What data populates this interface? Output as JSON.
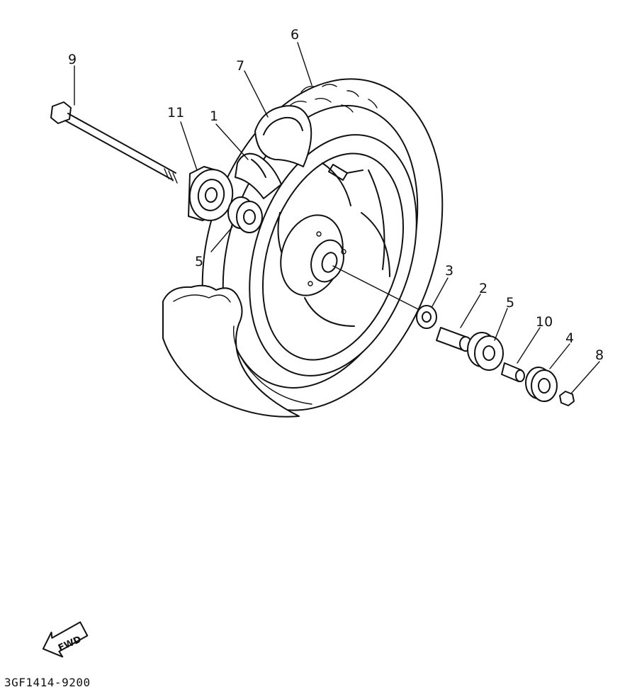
{
  "diagram": {
    "part_labels": {
      "p1": "1",
      "p2": "2",
      "p3": "3",
      "p4": "4",
      "p5_left": "5",
      "p5_right": "5",
      "p6": "6",
      "p7": "7",
      "p8": "8",
      "p9": "9",
      "p10": "10",
      "p11": "11"
    },
    "fwd_label": "FWD",
    "drawing_code": "3GF1414-9200"
  }
}
